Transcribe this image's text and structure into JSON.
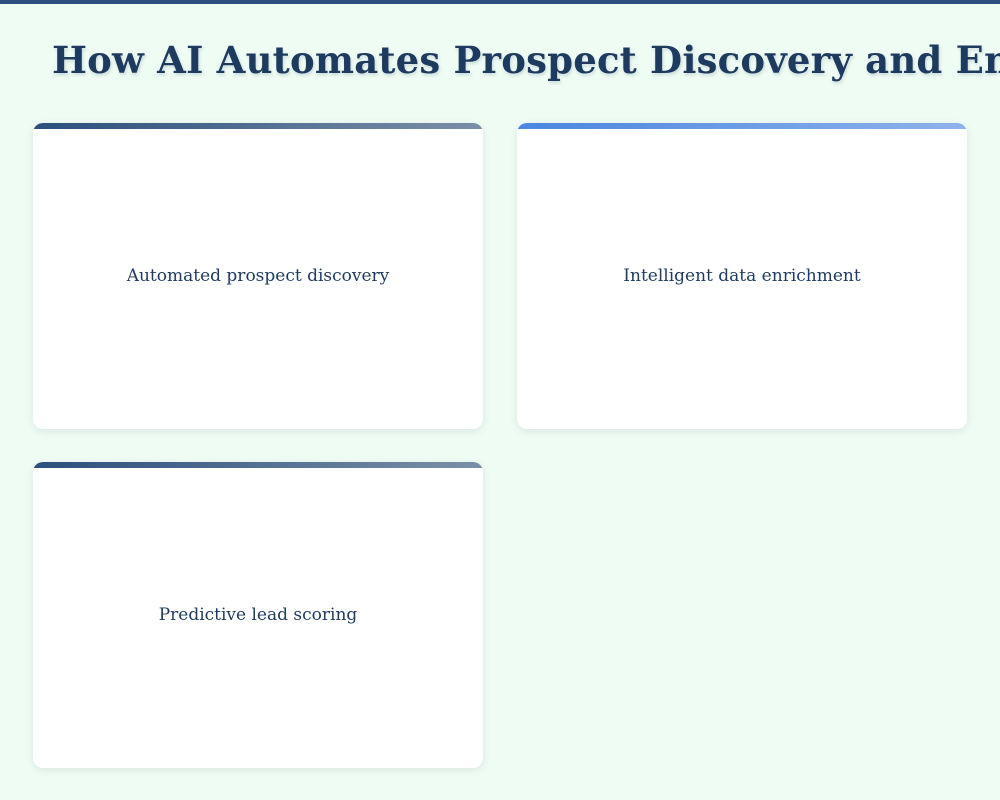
{
  "page": {
    "title": "How AI Automates Prospect Discovery and Enrichment"
  },
  "cards": [
    {
      "label": "Automated prospect discovery",
      "accent": "#2c4f7c"
    },
    {
      "label": "Intelligent data enrichment",
      "accent": "#4a86e0"
    },
    {
      "label": "Predictive lead scoring",
      "accent": "#2c4f7c"
    }
  ],
  "colors": {
    "background": "#effcf4",
    "title": "#1e3a5f",
    "top_border": "#2c4f7c"
  }
}
